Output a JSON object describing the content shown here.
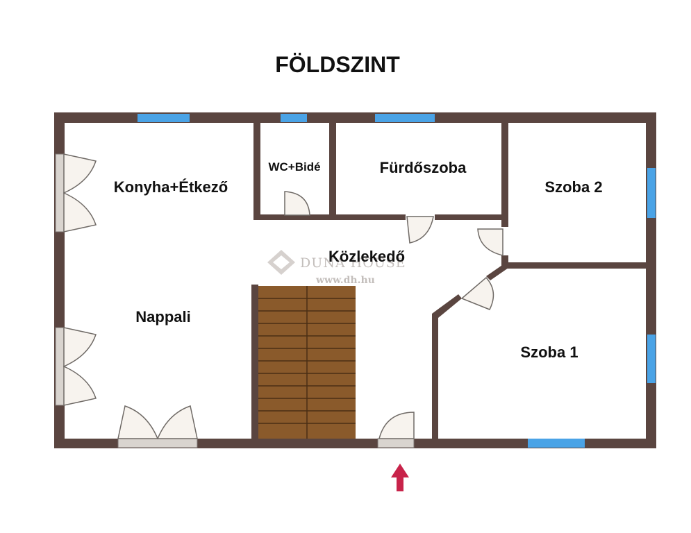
{
  "title": "FÖLDSZINT",
  "rooms": {
    "kitchen": "Konyha+Étkező",
    "wc": "WC+Bidé",
    "bathroom": "Fürdőszoba",
    "room2": "Szoba 2",
    "hallway": "Közlekedő",
    "living": "Nappali",
    "room1": "Szoba 1"
  },
  "watermark": {
    "brand": "DUNA HOUSE",
    "url": "www.dh.hu"
  },
  "colors": {
    "wall": "#5a4540",
    "window": "#4aa3e6",
    "stairs": "#8a5a2b",
    "entrance_arrow": "#c8234a"
  },
  "icons": [
    "entrance-arrow-icon",
    "watermark-logo-icon"
  ]
}
